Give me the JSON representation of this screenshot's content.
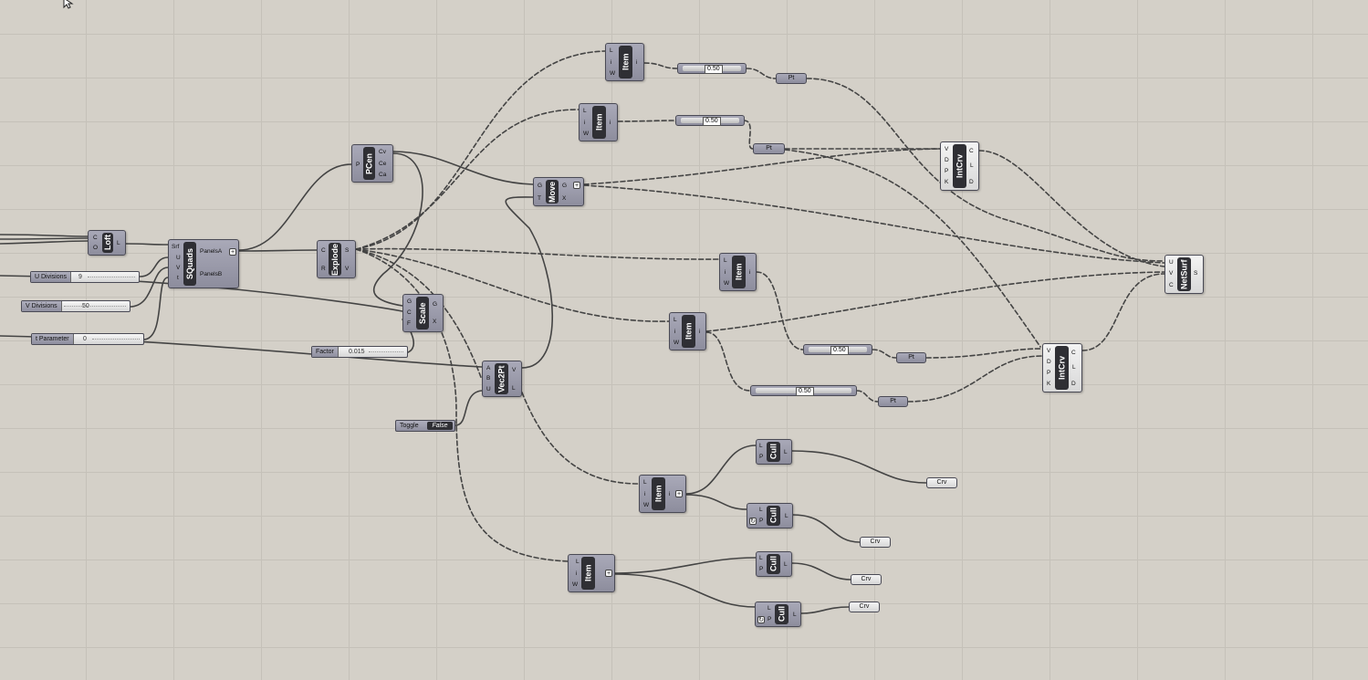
{
  "canvas": {
    "background": "#d4d0c8",
    "grid_color": "#c5c1b9"
  },
  "components": {
    "loft": {
      "name": "Loft",
      "inputs": [
        "C",
        "O"
      ],
      "outputs": [
        "L"
      ]
    },
    "squads": {
      "name": "SQuads",
      "inputs": [
        "Srf",
        "U",
        "V",
        "t"
      ],
      "outputs": [
        "PanelsA",
        "PanelsB"
      ]
    },
    "pcen": {
      "name": "PCen",
      "inputs": [
        "P"
      ],
      "outputs": [
        "Cv",
        "Ce",
        "Ca"
      ]
    },
    "explode": {
      "name": "Explode",
      "inputs": [
        "C",
        "R"
      ],
      "outputs": [
        "S",
        "V"
      ]
    },
    "move": {
      "name": "Move",
      "inputs": [
        "G",
        "T"
      ],
      "outputs": [
        "G",
        "X"
      ]
    },
    "scale": {
      "name": "Scale",
      "inputs": [
        "G",
        "C",
        "F"
      ],
      "outputs": [
        "G",
        "X"
      ]
    },
    "vec2pt": {
      "name": "Vec2Pt",
      "inputs": [
        "A",
        "B",
        "U"
      ],
      "outputs": [
        "V",
        "L"
      ]
    },
    "item1": {
      "name": "Item",
      "inputs": [
        "L",
        "i",
        "W"
      ],
      "outputs": [
        "i"
      ]
    },
    "item2": {
      "name": "Item",
      "inputs": [
        "L",
        "i",
        "W"
      ],
      "outputs": [
        "i"
      ]
    },
    "item3": {
      "name": "Item",
      "inputs": [
        "L",
        "i",
        "W"
      ],
      "outputs": [
        "i"
      ]
    },
    "item4": {
      "name": "Item",
      "inputs": [
        "L",
        "i",
        "W"
      ],
      "outputs": [
        "i"
      ]
    },
    "item5": {
      "name": "Item",
      "inputs": [
        "L",
        "i",
        "W"
      ],
      "outputs": [
        "i"
      ]
    },
    "item6": {
      "name": "Item",
      "inputs": [
        "L",
        "i",
        "W"
      ],
      "outputs": [
        "i"
      ]
    },
    "intcrv1": {
      "name": "IntCrv",
      "inputs": [
        "V",
        "D",
        "P",
        "K"
      ],
      "outputs": [
        "C",
        "L",
        "D"
      ]
    },
    "intcrv2": {
      "name": "IntCrv",
      "inputs": [
        "V",
        "D",
        "P",
        "K"
      ],
      "outputs": [
        "C",
        "L",
        "D"
      ]
    },
    "netsurf": {
      "name": "NetSurf",
      "inputs": [
        "U",
        "V",
        "C"
      ],
      "outputs": [
        "S"
      ]
    },
    "cull1": {
      "name": "Cull",
      "inputs": [
        "L",
        "P"
      ],
      "outputs": [
        "L"
      ]
    },
    "cull2": {
      "name": "Cull",
      "inputs": [
        "L",
        "P"
      ],
      "outputs": [
        "L"
      ]
    },
    "cull3": {
      "name": "Cull",
      "inputs": [
        "L",
        "P"
      ],
      "outputs": [
        "L"
      ]
    },
    "cull4": {
      "name": "Cull",
      "inputs": [
        "L",
        "P"
      ],
      "outputs": [
        "L"
      ]
    }
  },
  "sliders": {
    "u_divisions": {
      "label": "U Divisions",
      "value": "9"
    },
    "v_divisions": {
      "label": "V Divisions",
      "value": "50"
    },
    "t_parameter": {
      "label": "t Parameter",
      "value": "0"
    },
    "factor": {
      "label": "Factor",
      "value": "0.015"
    },
    "ns1": {
      "value": "0.50"
    },
    "ns2": {
      "value": "0.50"
    },
    "ns3": {
      "value": "0.50"
    },
    "ns4": {
      "value": "0.50"
    }
  },
  "params": {
    "pt1": "Pt",
    "pt2": "Pt",
    "pt3": "Pt",
    "pt4": "Pt",
    "crv1": "Crv",
    "crv2": "Crv",
    "crv3": "Crv",
    "crv4": "Crv"
  },
  "toggle": {
    "label": "Toggle",
    "value": "False"
  }
}
